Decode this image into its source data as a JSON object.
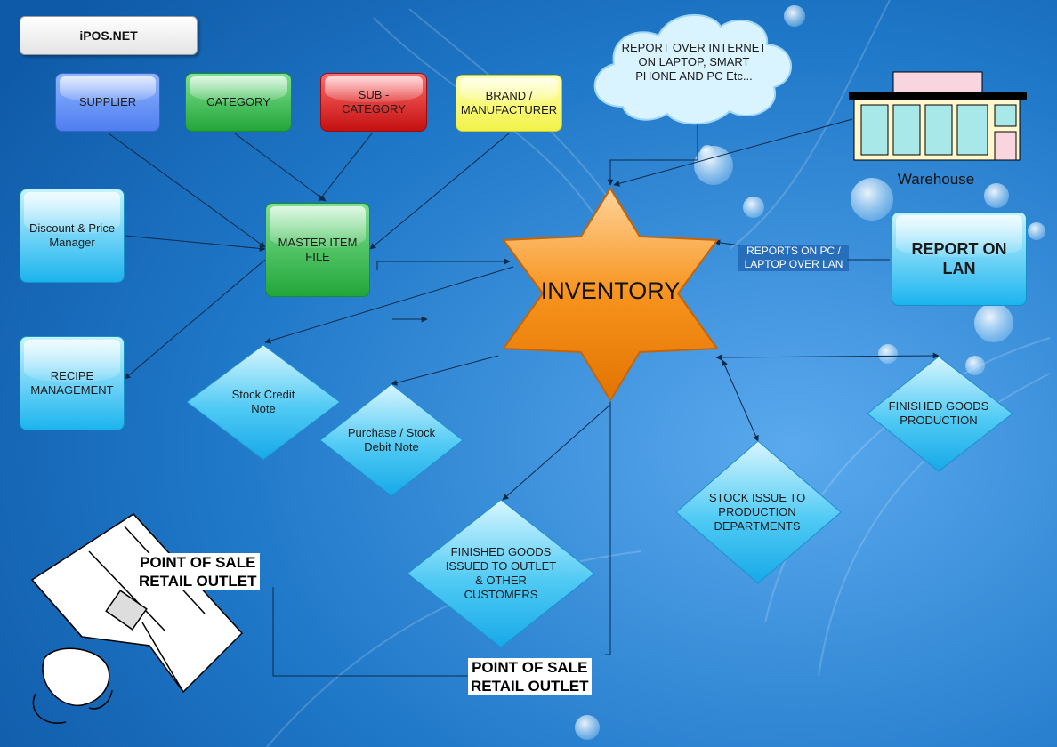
{
  "title": "iPOS.NET",
  "top_boxes": {
    "supplier": "SUPPLIER",
    "category": "CATEGORY",
    "sub_category": "SUB - CATEGORY",
    "brand_line1": "BRAND /",
    "brand_line2": "MANUFACTURER"
  },
  "left_boxes": {
    "discount_line1": "Discount & Price",
    "discount_line2": "Manager",
    "recipe_line1": "RECIPE",
    "recipe_line2": "MANAGEMENT"
  },
  "master_item": {
    "line1": "MASTER ITEM",
    "line2": "FILE"
  },
  "inventory": "INVENTORY",
  "cloud": {
    "line1": "REPORT OVER INTERNET",
    "line2": "ON LAPTOP, SMART",
    "line3": "PHONE AND PC Etc..."
  },
  "warehouse": "Warehouse",
  "report_lan": {
    "line1": "REPORT ON",
    "line2": "LAN"
  },
  "reports_pc": {
    "line1": "REPORTS ON PC /",
    "line2": "LAPTOP OVER LAN"
  },
  "diamonds": {
    "stock_credit": {
      "line1": "Stock Credit",
      "line2": "Note"
    },
    "purchase_debit": {
      "line1": "Purchase / Stock",
      "line2": "Debit Note"
    },
    "finished_outlet": {
      "line1": "FINISHED GOODS",
      "line2": "ISSUED TO OUTLET",
      "line3": "& OTHER",
      "line4": "CUSTOMERS"
    },
    "stock_issue": {
      "line1": "STOCK ISSUE TO",
      "line2": "PRODUCTION",
      "line3": "DEPARTMENTS"
    },
    "finished_production": {
      "line1": "FINISHED GOODS",
      "line2": "PRODUCTION"
    }
  },
  "pos_labels": {
    "left_line1": "POINT OF SALE",
    "left_line2": "RETAIL OUTLET",
    "bottom_line1": "POINT OF SALE",
    "bottom_line2": "RETAIL OUTLET"
  },
  "icons": [
    "cloud-icon",
    "warehouse-icon",
    "star-icon",
    "retail-counter-icon"
  ],
  "colors": {
    "background": "#1d6fbf",
    "star": "#f7931e",
    "supplier": "#5b86f5",
    "category": "#2ab545",
    "sub_category": "#d61b1b",
    "brand": "#f5f55a",
    "cyan": "#22b8f0"
  }
}
